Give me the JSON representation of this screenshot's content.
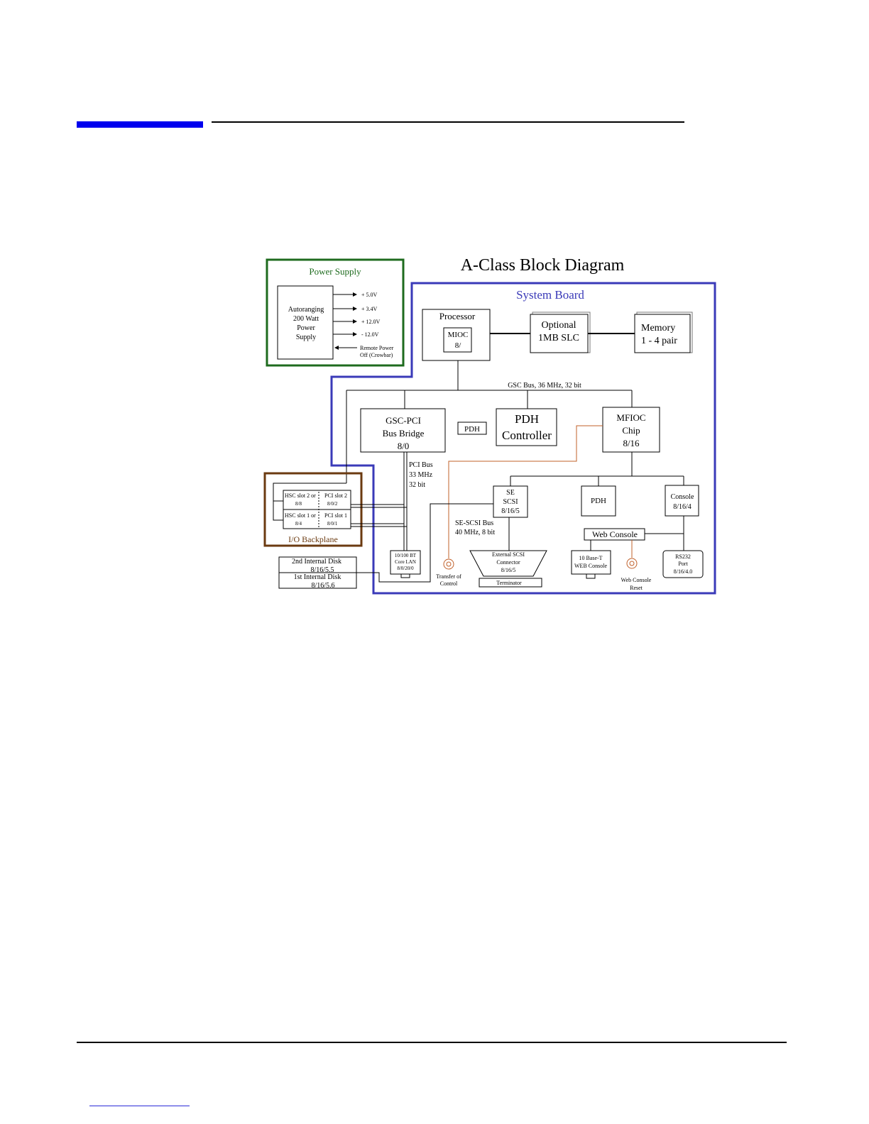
{
  "diagram": {
    "title": "A-Class Block Diagram",
    "power_supply": {
      "title": "Power Supply",
      "unit_lines": [
        "Autoranging",
        "200 Watt",
        "Power",
        "Supply"
      ],
      "outputs": [
        "+ 5.0V",
        "+ 3.4V",
        "+ 12.0V",
        "- 12.0V"
      ],
      "remote_lines": [
        "Remote Power",
        "Off (Crowbar)"
      ]
    },
    "system_board": {
      "title": "System Board"
    },
    "processor": {
      "label": "Processor",
      "mioc_lines": [
        "MIOC",
        "8/"
      ]
    },
    "optional_slc": {
      "lines": [
        "Optional",
        "1MB SLC"
      ]
    },
    "memory": {
      "lines": [
        "Memory",
        "1 - 4 pair"
      ]
    },
    "gsc_bus": {
      "label": "GSC Bus, 36 MHz, 32 bit"
    },
    "gsc_pci_bridge": {
      "lines": [
        "GSC-PCI",
        "Bus Bridge",
        "8/0"
      ]
    },
    "pdh_small": {
      "label": "PDH"
    },
    "pdh_controller": {
      "lines": [
        "PDH",
        "Controller"
      ]
    },
    "mfioc": {
      "lines": [
        "MFIOC",
        "Chip",
        "8/16"
      ]
    },
    "pci_bus": {
      "lines": [
        "PCI Bus",
        "33 MHz",
        "32 bit"
      ]
    },
    "io_backplane": {
      "title": "I/O Backplane",
      "row2": [
        "HSC slot 2 or",
        "PCI slot 2"
      ],
      "row2_addr": [
        "8/8",
        "8/0/2"
      ],
      "row1": [
        "HSC slot 1 or",
        "PCI slot 1"
      ],
      "row1_addr": [
        "8/4",
        "8/0/1"
      ]
    },
    "se_scsi": {
      "lines": [
        "SE",
        "SCSI",
        "8/16/5"
      ]
    },
    "se_scsi_bus": {
      "lines": [
        "SE-SCSI Bus",
        "40 MHz, 8 bit"
      ]
    },
    "pdh_right": {
      "label": "PDH"
    },
    "console": {
      "lines": [
        "Console",
        "8/16/4"
      ]
    },
    "web_console": {
      "label": "Web Console"
    },
    "lan": {
      "lines": [
        "10/100 BT",
        "Core LAN",
        "8/0/20/0"
      ]
    },
    "transfer_control": {
      "lines": [
        "Transfer of",
        "Control"
      ]
    },
    "external_scsi": {
      "lines": [
        "External SCSI",
        "Connector",
        "8/16/5"
      ],
      "terminator": "Terminator"
    },
    "base_t": {
      "lines": [
        "10 Base-T",
        "WEB Console"
      ]
    },
    "web_console_reset": {
      "lines": [
        "Web Console",
        "Reset"
      ]
    },
    "rs232": {
      "lines": [
        "RS232",
        "Port",
        "8/16/4.0"
      ]
    },
    "disks": {
      "disk2": [
        "2nd Internal Disk",
        "8/16/5.5"
      ],
      "disk1": [
        "1st Internal Disk",
        "8/16/5.6"
      ]
    },
    "colors": {
      "power_supply_border": "#1e6b1e",
      "system_board_border": "#3a3ab8",
      "io_backplane_border": "#6b3a10",
      "toc_wire": "#c0602a",
      "top_bar": "#0000ee"
    }
  }
}
